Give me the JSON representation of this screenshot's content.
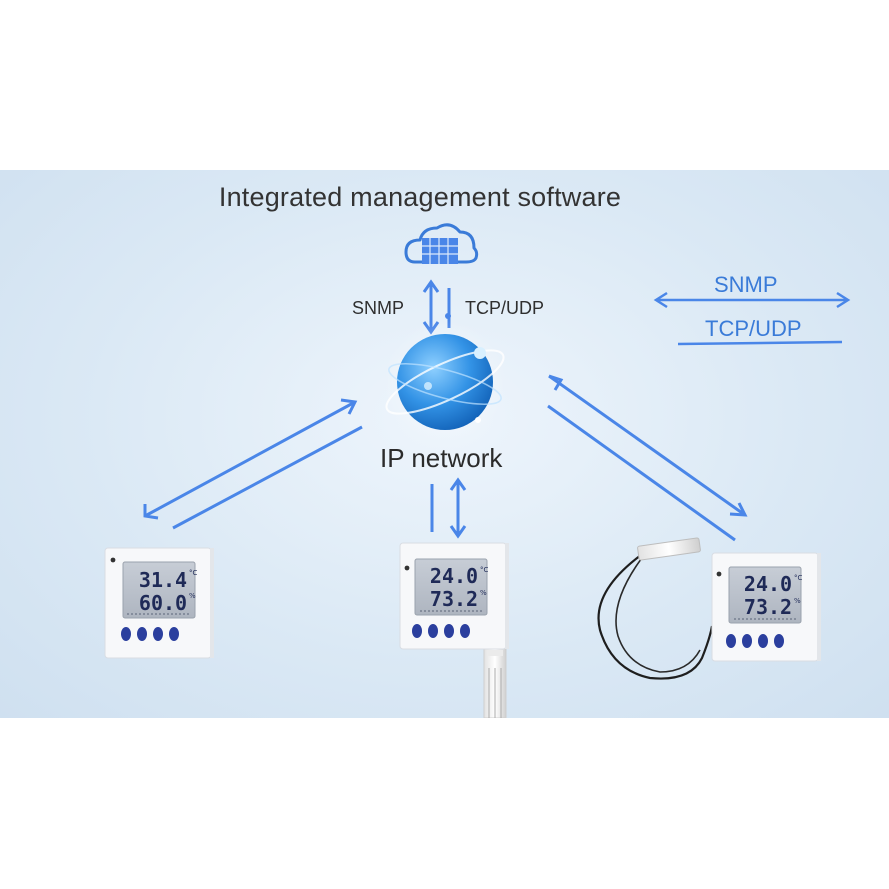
{
  "title": "Integrated management software",
  "center_left_label": "SNMP",
  "center_right_label": "TCP/UDP",
  "network_label": "IP network",
  "legend": {
    "protocol_1": "SNMP",
    "protocol_2": "TCP/UDP"
  },
  "colors": {
    "arrow": "#4a86e8",
    "legend_text": "#3a7bd8",
    "panel": "#dbe9f5",
    "globe": "#2e8de0"
  },
  "devices": [
    {
      "name": "left sensor",
      "temperature": "31.4",
      "humidity": "60.0",
      "unit_top": "°C",
      "unit_bottom": "%"
    },
    {
      "name": "center sensor",
      "temperature": "24.0",
      "humidity": "73.2",
      "unit_top": "°C",
      "unit_bottom": "%"
    },
    {
      "name": "right sensor",
      "temperature": "24.0",
      "humidity": "73.2",
      "unit_top": "°C",
      "unit_bottom": "%"
    }
  ]
}
